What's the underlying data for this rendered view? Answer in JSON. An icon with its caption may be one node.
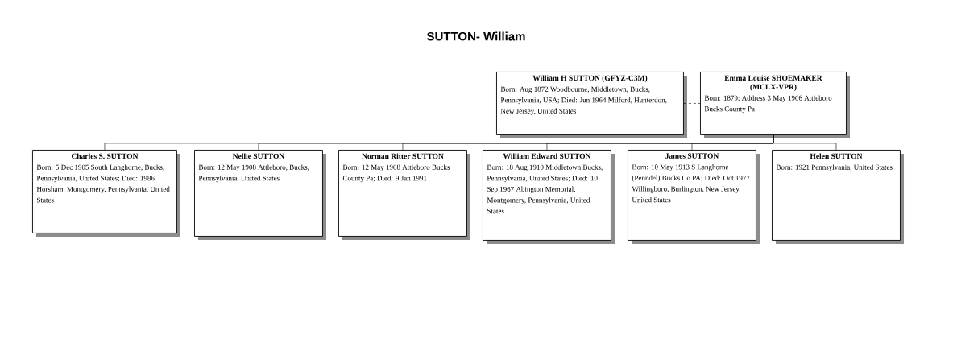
{
  "diagram": {
    "title": "SUTTON- William",
    "nodes": [
      {
        "text": [
          "William H SUTTON (GFYZ-C3M)",
          "Born: Aug 1872 Woodbourne, Middletown, Bucks, Pennsylvania, USA; Died: Jun 1964 Milford, Hunterdon, New Jersey, United States"
        ]
      },
      {
        "text": [
          "Emma Louise SHOEMAKER (MCLX-VPR)",
          "Born: 1879; Address 3 May 1906 Attleboro Bucks County Pa"
        ]
      },
      {
        "text": [
          "Charles S. SUTTON",
          "Born: 5 Dec 1905 South Langhorne, Bucks, Pennsylvania, United States; Died: 1986 Horsham, Montgomery, Pennsylvania, United States"
        ]
      },
      {
        "text": [
          "Nellie SUTTON",
          "Born: 12 May 1908 Attleboro, Bucks, Pennsylvania, United States"
        ]
      },
      {
        "text": [
          "Norman Ritter SUTTON",
          "Born: 12 May 1908 Attleboro Bucks County Pa; Died: 9 Jan 1991"
        ]
      },
      {
        "text": [
          "William Edward SUTTON",
          "Born: 18 Aug 1910 Middletown Bucks, Pennsylvania, United States; Died: 10 Sep 1967 Abington Memorial, Montgomery, Pennsylvania, United States"
        ]
      },
      {
        "text": [
          "James SUTTON",
          "Born: 10 May 1913 S Langhorne (Penndel) Bucks Co PA; Died: Oct 1977 Willingboro, Burlington, New Jersey, United States"
        ]
      },
      {
        "text": [
          "Helen SUTTON",
          "Born: 1921 Pennsylvania, United States"
        ]
      }
    ],
    "edges": [
      {
        "from": 0,
        "to": 1,
        "arrow": "none",
        "style": "dashed"
      },
      {
        "from": 1,
        "to": 2,
        "arrow": "none"
      },
      {
        "from": 1,
        "to": 3,
        "arrow": "none"
      },
      {
        "from": 1,
        "to": 4,
        "arrow": "none"
      },
      {
        "from": 1,
        "to": 5,
        "arrow": "none"
      },
      {
        "from": 1,
        "to": 6,
        "arrow": "none"
      },
      {
        "from": 1,
        "to": 7,
        "arrow": "none"
      }
    ]
  }
}
